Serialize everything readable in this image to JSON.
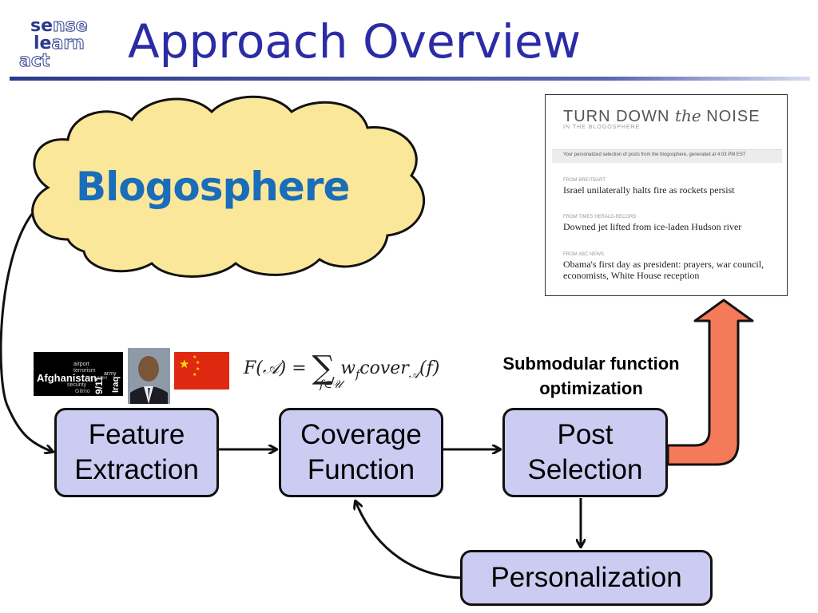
{
  "slide": {
    "title": "Approach Overview",
    "logo": {
      "line1_dark": "se",
      "line1_light": "nse",
      "line2_dark": "le",
      "line2_light": "arn",
      "line3": "act"
    }
  },
  "cloud": {
    "label": "Blogosphere"
  },
  "nodes": {
    "feature": [
      "Feature",
      "Extraction"
    ],
    "coverage": [
      "Coverage",
      "Function"
    ],
    "post": [
      "Post",
      "Selection"
    ],
    "personal": "Personalization"
  },
  "formula": {
    "lhs": "F(𝒜) = ",
    "sum": "∑",
    "rhs": "w",
    "rhs_sub": "f",
    "rhs2": "cover",
    "rhs2_sub": "𝒜",
    "rhs3": "(f)",
    "sub": "f∈𝒰"
  },
  "submodular": [
    "Submodular function",
    "optimization"
  ],
  "thumbnails": {
    "wordcloud_words": [
      "Afghanistan",
      "airport",
      "terrorism",
      "army",
      "9/11",
      "Iraq",
      "security",
      "Gitmo",
      "bin Laden"
    ]
  },
  "news": {
    "title_a": "TURN DOWN ",
    "title_b": "the",
    "title_c": " NOISE",
    "subtitle": "IN THE BLOGOSPHERE",
    "bar_text": "Your personalized selection of posts from the blogosphere, generated at 4:03 PM EST",
    "items": [
      {
        "source": "from BREITBART",
        "headline": "Israel unilaterally halts fire as rockets persist"
      },
      {
        "source": "from TIMES HERALD-RECORD",
        "headline": "Downed jet lifted from ice-laden Hudson river"
      },
      {
        "source": "from ABC NEWS",
        "headline": "Obama's first day as president: prayers, war council, economists, White House reception"
      }
    ]
  },
  "colors": {
    "title": "#2b2ba6",
    "cloud_fill": "#fbe79a",
    "cloud_text": "#1a6db8",
    "node_fill": "#ccccf2",
    "big_arrow": "#f47a5a",
    "rule": "#2a3a8c"
  }
}
